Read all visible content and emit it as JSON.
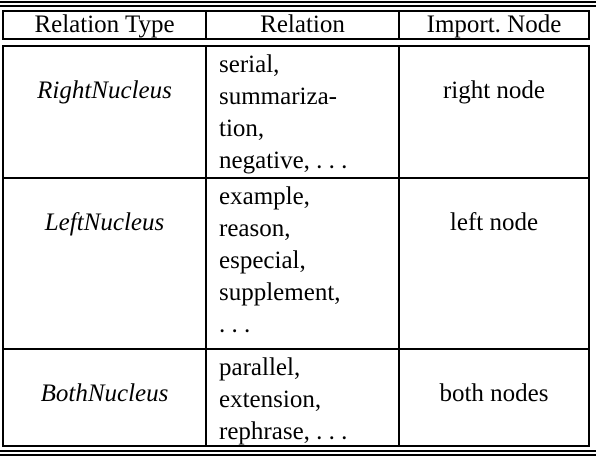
{
  "table": {
    "headers": [
      "Relation Type",
      "Relation",
      "Import. Node"
    ],
    "rows": [
      {
        "relation_type": "RightNucleus",
        "relation_lines": [
          "serial,",
          "summariza-",
          "tion,",
          "negative, . . ."
        ],
        "import_node": "right node"
      },
      {
        "relation_type": "LeftNucleus",
        "relation_lines": [
          "example,",
          "reason,",
          "especial,",
          "supplement,",
          ". . ."
        ],
        "import_node": "left node"
      },
      {
        "relation_type": "BothNucleus",
        "relation_lines": [
          "parallel,",
          "extension,",
          "rephrase, . . ."
        ],
        "import_node": "both nodes"
      }
    ]
  },
  "colors": {
    "text": "#000000",
    "border": "#000000",
    "background": "#ffffff"
  },
  "chart_data": {
    "type": "table",
    "columns": [
      "Relation Type",
      "Relation",
      "Import. Node"
    ],
    "rows": [
      [
        "RightNucleus",
        "serial, summarization, negative, ...",
        "right node"
      ],
      [
        "LeftNucleus",
        "example, reason, especial, supplement, ...",
        "left node"
      ],
      [
        "BothNucleus",
        "parallel, extension, rephrase, ...",
        "both nodes"
      ]
    ]
  }
}
